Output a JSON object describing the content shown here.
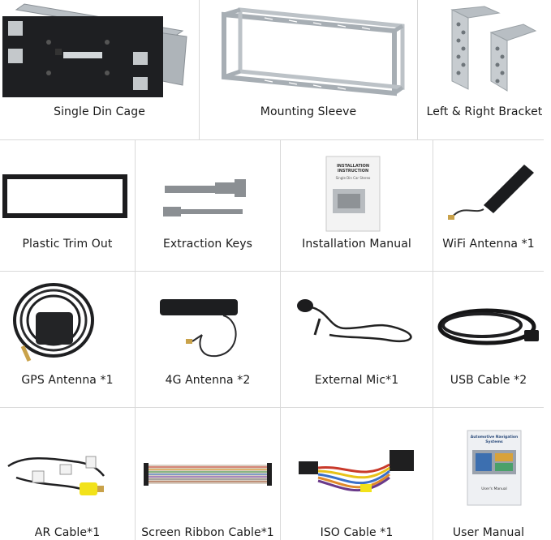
{
  "items": [
    {
      "label": "Single Din Cage"
    },
    {
      "label": "Mounting Sleeve"
    },
    {
      "label": "Left & Right Bracket"
    },
    {
      "label": "Plastic Trim Out"
    },
    {
      "label": "Extraction Keys"
    },
    {
      "label": "Installation Manual"
    },
    {
      "label": "WiFi Antenna *1"
    },
    {
      "label": "GPS Antenna *1"
    },
    {
      "label": "4G Antenna *2"
    },
    {
      "label": "External Mic*1"
    },
    {
      "label": "USB Cable *2"
    },
    {
      "label": "AR Cable*1"
    },
    {
      "label": "Screen Ribbon Cable*1"
    },
    {
      "label": "ISO Cable *1"
    },
    {
      "label": "User Manual"
    }
  ],
  "manual_cover": {
    "title": "INSTALLATION\nINSTRUCTION",
    "subtitle": "Single Din Car Stereo"
  },
  "user_manual_cover": {
    "title": "Automotive Navigation\nSystems",
    "subtitle": "User's Manual"
  }
}
